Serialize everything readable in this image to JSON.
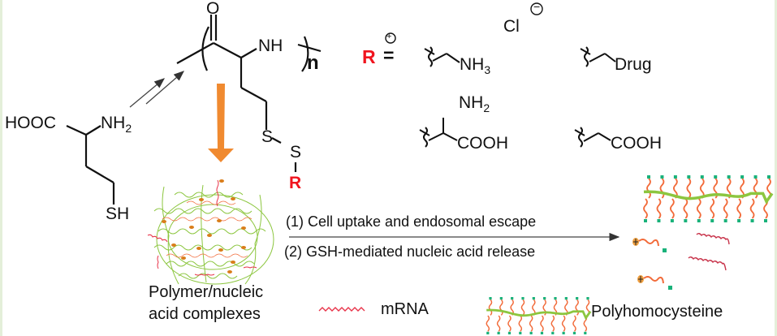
{
  "monomer": {
    "cooh_label": "HOOC",
    "nh2_label": "NH",
    "nh2_sub": "2",
    "sh_label": "SH"
  },
  "polymer": {
    "carbonyl_o": "O",
    "nh_label": "NH",
    "repeat_n": "n",
    "s1_label": "S",
    "s2_label": "S",
    "r_label": "R"
  },
  "r_groups": {
    "r_label": "R",
    "equals": "=",
    "group1": {
      "n_label": "NH",
      "sub": "3",
      "charge_plus": "+",
      "counter_ion": "Cl",
      "charge_minus": "−"
    },
    "group2": {
      "label": "Drug"
    },
    "group3": {
      "nh2_label": "NH",
      "nh2_sub": "2",
      "cooh_label": "COOH"
    },
    "group4": {
      "cooh_label": "COOH"
    }
  },
  "process": {
    "step1": "(1) Cell uptake and endosomal escape",
    "step2": "(2) GSH-mediated nucleic acid release"
  },
  "complex_label_line1": "Polymer/nucleic",
  "complex_label_line2": "acid complexes",
  "legend": {
    "mrna": "mRNA",
    "polyhomocysteine": "Polyhomocysteine"
  },
  "colors": {
    "accent_orange": "#f08a30",
    "r_red": "#f0141e",
    "polymer_green": "#8cc63f",
    "side_chain_orange": "#f26b3a",
    "end_group_green": "#19b27a",
    "mrna_red": "#e8344a",
    "border_green": "#e4efd9"
  }
}
